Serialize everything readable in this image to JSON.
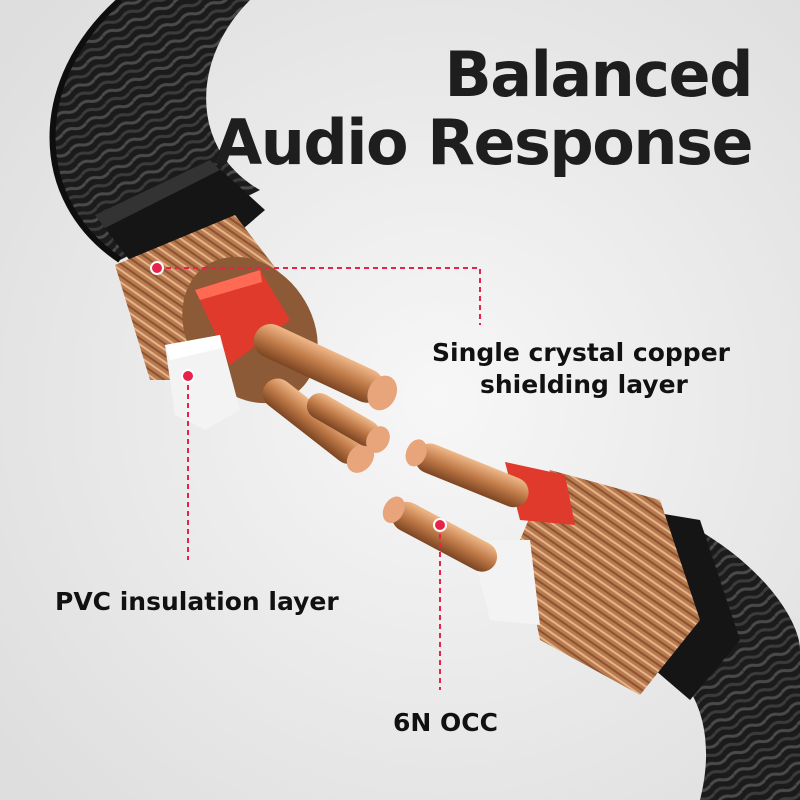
{
  "headline": {
    "line1": "Balanced",
    "line2": "Audio Response"
  },
  "callouts": {
    "shielding": {
      "line1": "Single crystal copper",
      "line2": "shielding layer"
    },
    "insulation": "PVC insulation layer",
    "conductor": "6N OCC"
  },
  "colors": {
    "background": "#ececec",
    "headline": "#1e1e1e",
    "callout_line": "#e8234a",
    "copper": "#c8875a",
    "red_insulation": "#e03a2c",
    "white_insulation": "#f3f3f3",
    "braid": "#1c1c1c"
  }
}
